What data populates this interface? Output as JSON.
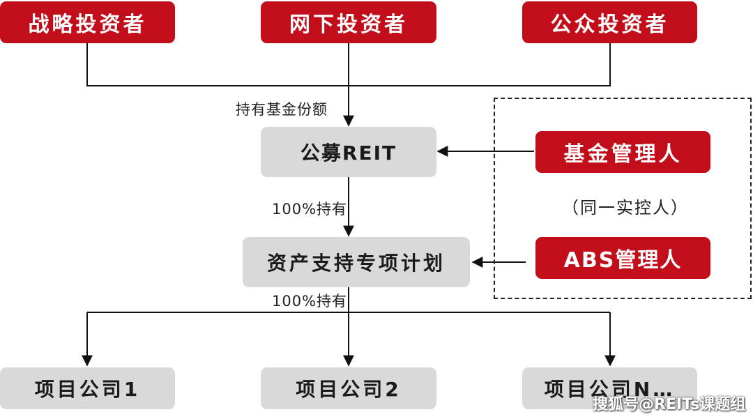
{
  "investors": {
    "strategic": "战略投资者",
    "offline": "网下投资者",
    "public": "公众投资者"
  },
  "edge_labels": {
    "hold_shares": "持有基金份额",
    "hold_100_reit": "100%持有",
    "hold_100_abs": "100%持有"
  },
  "reit": "公募REIT",
  "abs_plan": "资产支持专项计划",
  "managers": {
    "fund_manager": "基金管理人",
    "controller_note": "（同一实控人）",
    "abs_manager": "ABS管理人"
  },
  "projects": {
    "p1": "项目公司1",
    "p2": "项目公司2",
    "pn": "项目公司N…"
  },
  "watermark": "搜狐号@REITs课题组",
  "colors": {
    "red": "#c20e1a",
    "gray": "#d9d9d9",
    "line": "#111111"
  }
}
